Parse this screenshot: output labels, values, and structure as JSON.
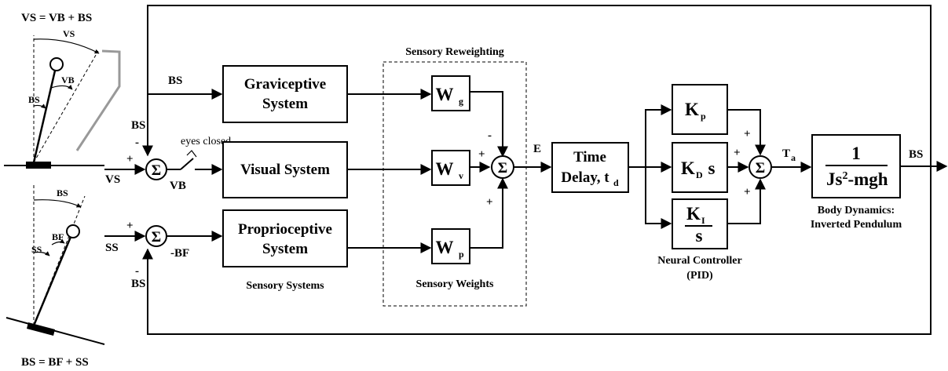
{
  "equations": {
    "top": "VS = VB + BS",
    "bottom": "BS = BF + SS"
  },
  "figures": {
    "top_angles": {
      "vs": "VS",
      "bs": "BS",
      "vb": "VB"
    },
    "bottom_angles": {
      "bs": "BS",
      "ss": "SS",
      "bf": "BF"
    }
  },
  "inputs": {
    "vs": "VS",
    "ss": "SS",
    "bs_feedback_top": "BS",
    "bs_feedback_bottom": "BS",
    "bs_top_branch": "BS"
  },
  "sum_symbol": "Σ",
  "signs": {
    "plus": "+",
    "minus": "-"
  },
  "junction_labels": {
    "vb": "VB",
    "neg_bf": "-BF",
    "eyes_closed": "eyes closed",
    "error": "E",
    "torque": "T",
    "torque_sub": "a",
    "output": "BS"
  },
  "blocks": {
    "graviceptive": [
      "Graviceptive",
      "System"
    ],
    "visual": "Visual System",
    "proprioceptive": [
      "Proprioceptive",
      "System"
    ],
    "wg": {
      "main": "W",
      "sub": "g"
    },
    "wv": {
      "main": "W",
      "sub": "v"
    },
    "wp": {
      "main": "W",
      "sub": "p"
    },
    "time_delay": {
      "line1": "Time",
      "line2": "Delay, t",
      "sub": "d"
    },
    "kp": {
      "main": "K",
      "sub": "p"
    },
    "kd": {
      "main": "K",
      "sub": "D",
      "tail": "s"
    },
    "ki": {
      "num": "K",
      "num_sub": "I",
      "den": "s"
    },
    "plant": {
      "num": "1",
      "den_a": "Js",
      "den_sup": "2",
      "den_b": "-mgh"
    }
  },
  "captions": {
    "sensory_reweighting": "Sensory Reweighting",
    "sensory_weights": "Sensory Weights",
    "sensory_systems": "Sensory Systems",
    "neural_controller": [
      "Neural Controller",
      "(PID)"
    ],
    "body_dynamics": [
      "Body Dynamics:",
      "Inverted Pendulum"
    ]
  }
}
